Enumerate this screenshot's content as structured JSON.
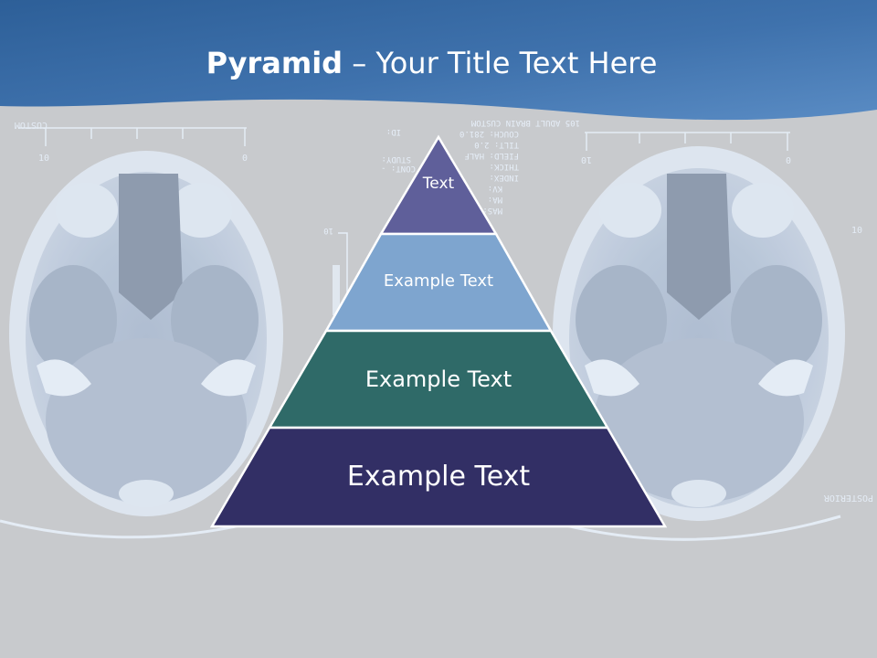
{
  "title": {
    "bold": "Pyramid",
    "rest": " – Your Title Text Here"
  },
  "pyramid": {
    "tiers": [
      {
        "label": "Text",
        "color": "#5f5f9a"
      },
      {
        "label": "Example Text",
        "color": "#7ea5cf"
      },
      {
        "label": "Example Text",
        "color": "#2f6a68"
      },
      {
        "label": "Example Text",
        "color": "#322f65"
      }
    ]
  },
  "scan_overlay": {
    "left_top": "CUSTOM",
    "left_scale_a": "10",
    "left_scale_b": "0",
    "center_header": "105  ADULT BRAIN  CUSTOM",
    "id_label": "ID:",
    "study_label": "STUDY:",
    "cont_label": "CONT: -",
    "params": [
      "COUCH: 281.0",
      "TILT: 2.0",
      "FIELD: HALF",
      "THICK:",
      "INDEX:",
      "KV:",
      "MA:",
      "MAS:"
    ],
    "center_marker": "10",
    "right_scale_a": "10",
    "right_scale_b": "0",
    "right_side_marker": "10",
    "right_bottom": "POSTERIOR"
  },
  "colors": {
    "header_dark": "#2d5f98",
    "header_light": "#4f7fb8",
    "background": "#c8cacd",
    "scan_tint": "#e6eef8"
  }
}
